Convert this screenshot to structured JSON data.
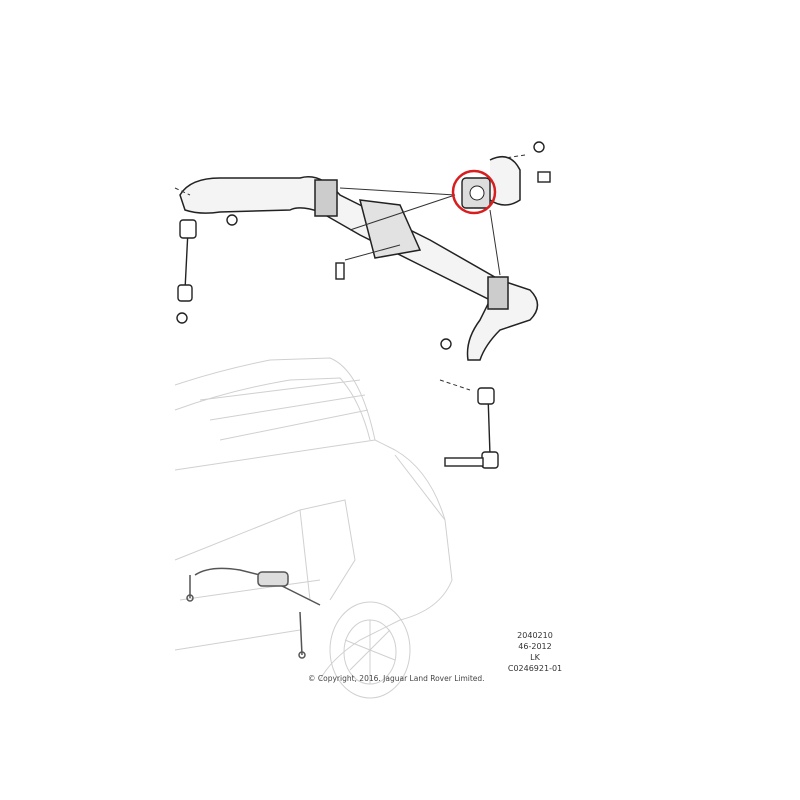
{
  "diagram": {
    "reference_codes": [
      "2040210",
      "46-2012",
      "LK",
      "C0246921-01"
    ],
    "copyright": "© Copyright, 2016. Jaguar Land Rover Limited.",
    "highlight_color": "#d81e1e",
    "highlighted_part": "stabilizer-bar-bushing"
  }
}
